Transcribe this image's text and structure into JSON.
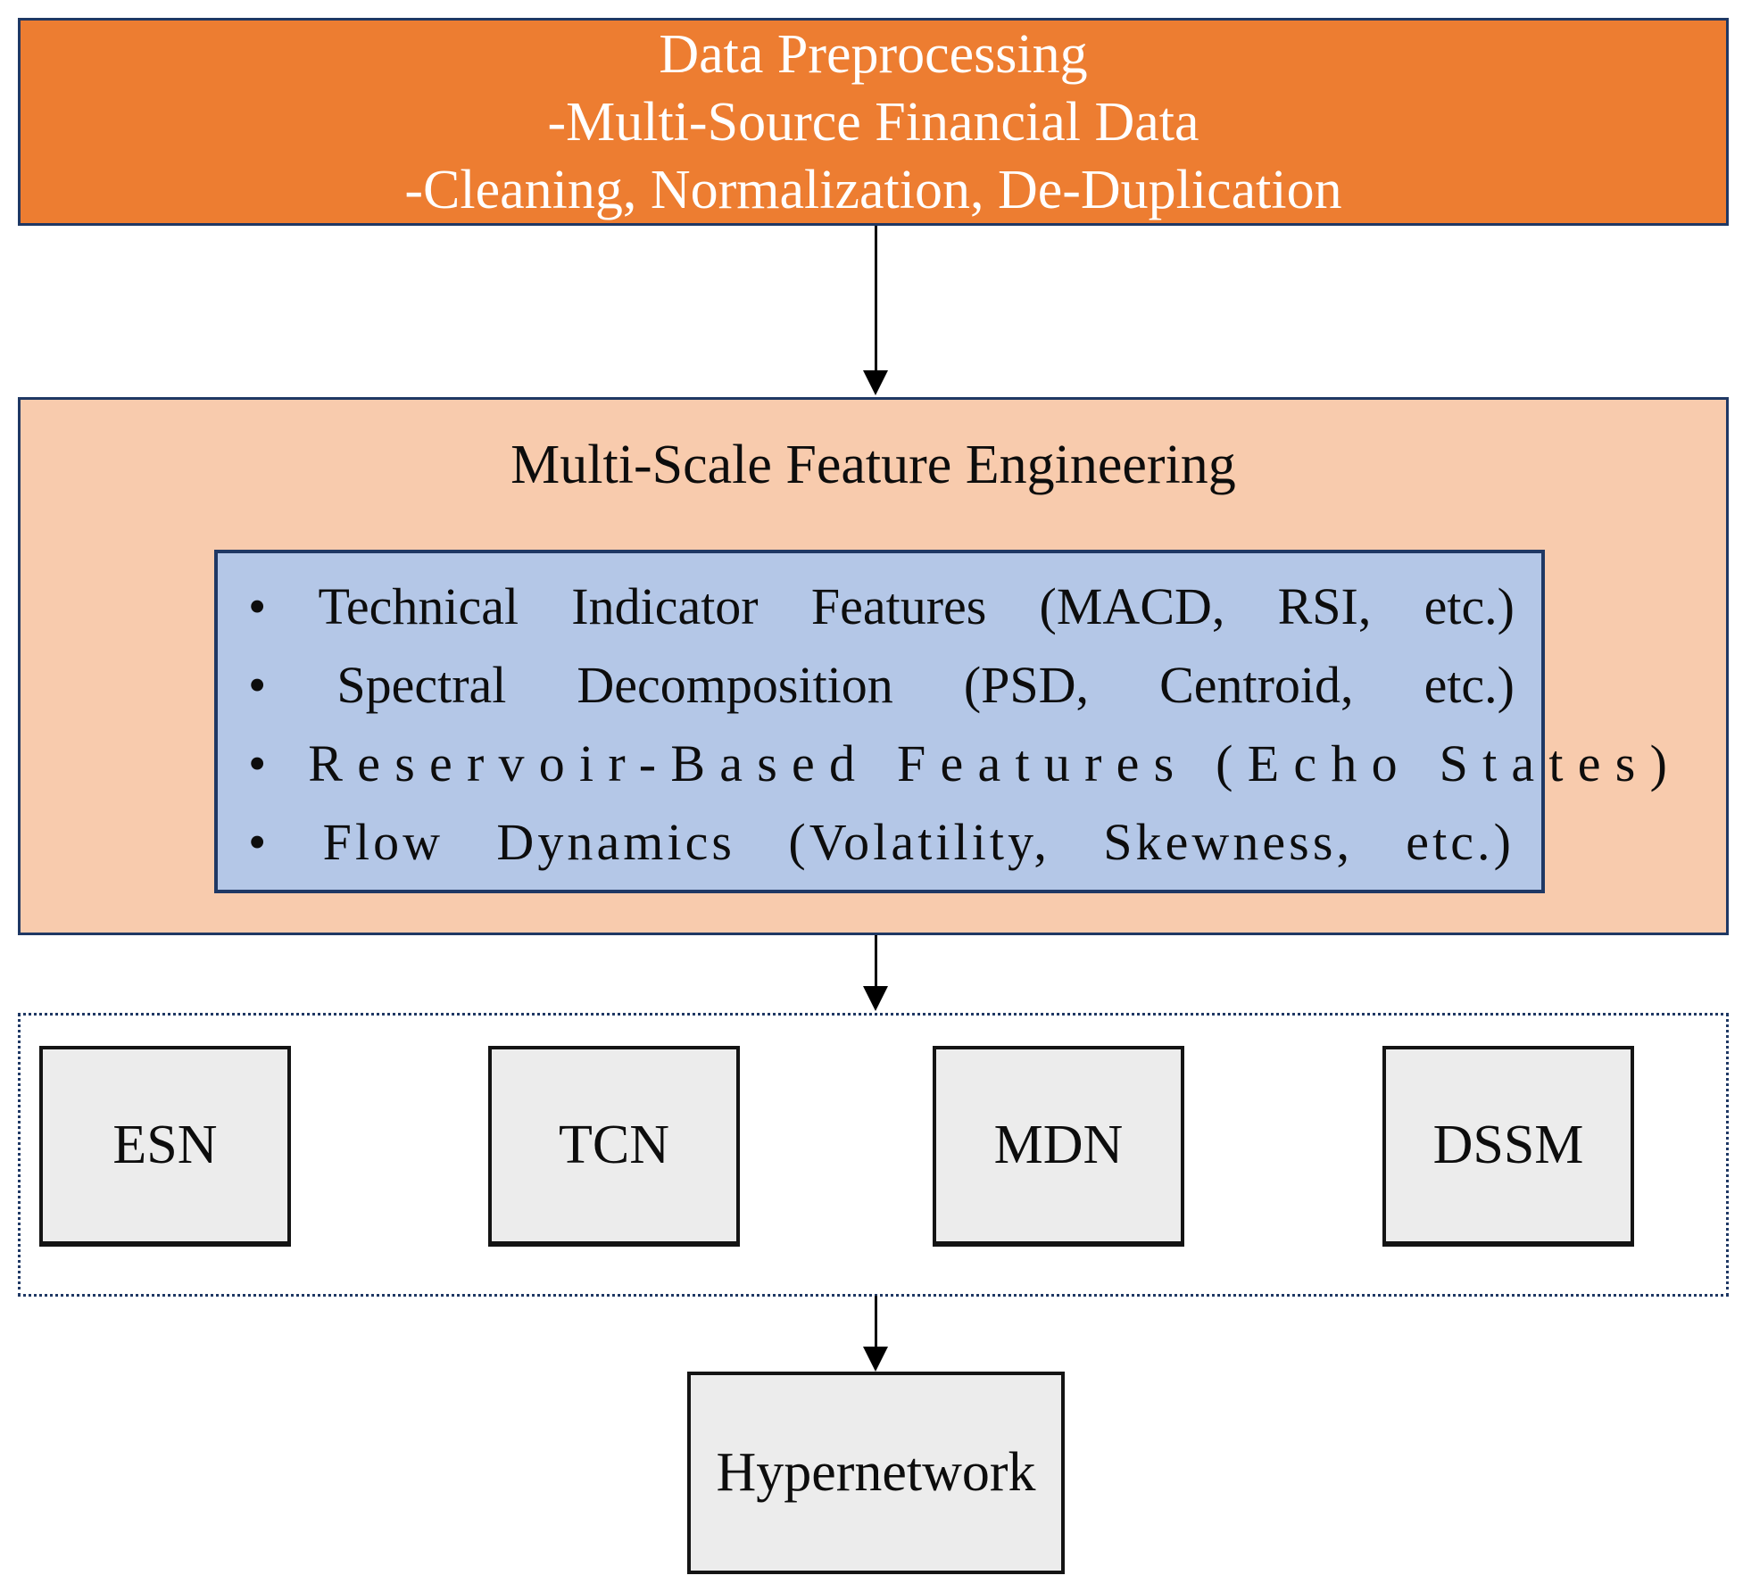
{
  "diagram": {
    "preprocessing": {
      "line1": "Data Preprocessing",
      "line2": "-Multi-Source Financial Data",
      "line3": "-Cleaning, Normalization, De-Duplication"
    },
    "feature_engineering": {
      "title": "Multi-Scale Feature Engineering",
      "bullets": {
        "b1": "•  Technical Indicator Features (MACD, RSI, etc.)",
        "b2": "•  Spectral Decomposition (PSD, Centroid, etc.)",
        "b3": "•  Reservoir-Based Features (Echo States)",
        "b4": "•  Flow Dynamics (Volatility, Skewness, etc.)"
      }
    },
    "models": {
      "m1": "ESN",
      "m2": "TCN",
      "m3": "MDN",
      "m4": "DSSM"
    },
    "hypernetwork_label": "Hypernetwork",
    "colors": {
      "orange": "#ED7D31",
      "peach": "#F8CBAD",
      "blue": "#B4C7E7",
      "navy_border": "#1F3864",
      "gray_fill": "#ECECEC",
      "arrow_black": "#000000",
      "text_white": "#FFFFFF",
      "text_black": "#0D0D0D"
    }
  }
}
